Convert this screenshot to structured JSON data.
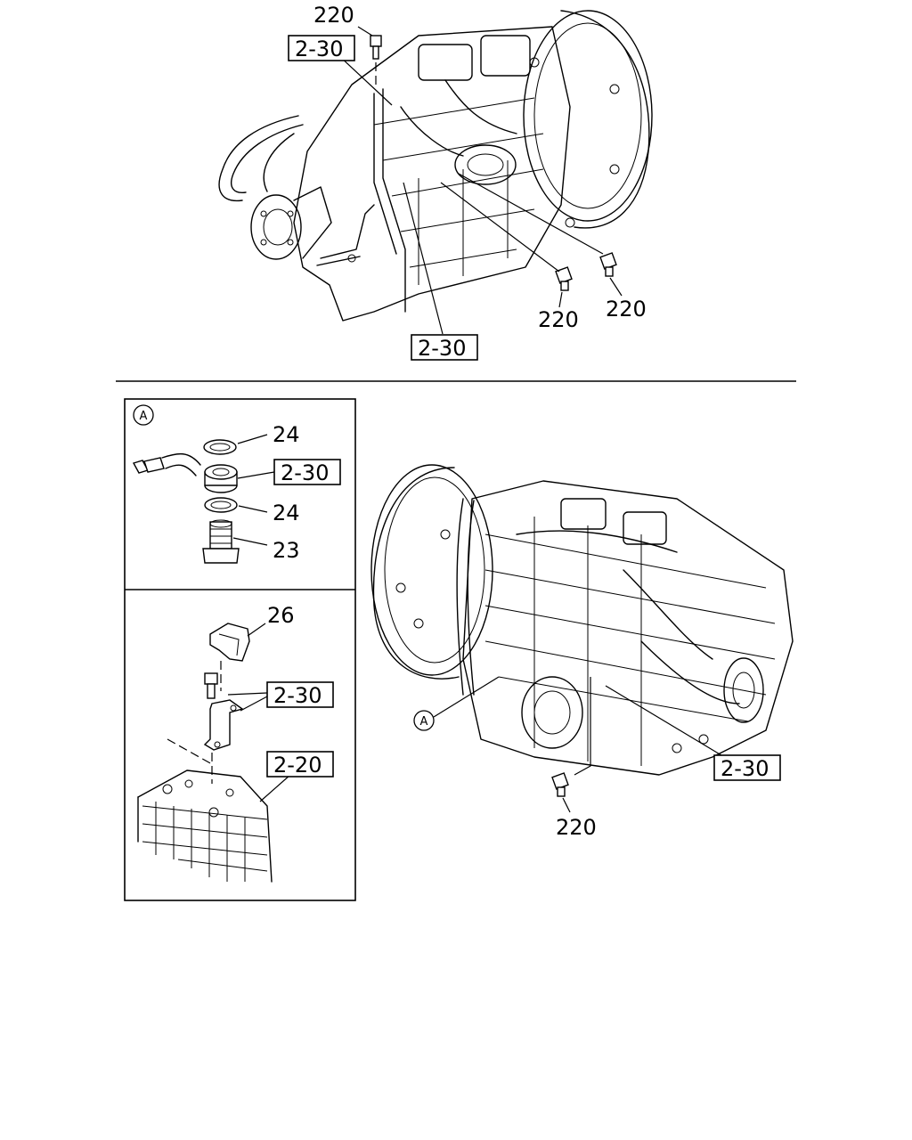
{
  "figure": {
    "top_view": {
      "callouts": [
        {
          "id": "top-bolt-220-a",
          "text": "220"
        },
        {
          "id": "top-ref-2-30-a",
          "text": "2-30"
        },
        {
          "id": "top-bolt-220-b",
          "text": "220"
        },
        {
          "id": "top-bolt-220-c",
          "text": "220"
        },
        {
          "id": "top-ref-2-30-b",
          "text": "2-30"
        }
      ]
    },
    "detail_a": {
      "marker": "A",
      "callouts": [
        {
          "id": "washer-24-a",
          "text": "24"
        },
        {
          "id": "ref-2-30-eyebolt",
          "text": "2-30"
        },
        {
          "id": "washer-24-b",
          "text": "24"
        },
        {
          "id": "bolt-23",
          "text": "23"
        }
      ]
    },
    "detail_bracket": {
      "callouts": [
        {
          "id": "clip-26",
          "text": "26"
        },
        {
          "id": "ref-2-30-bracket",
          "text": "2-30"
        },
        {
          "id": "ref-2-20-case",
          "text": "2-20"
        }
      ]
    },
    "bottom_view": {
      "marker": "A",
      "callouts": [
        {
          "id": "bottom-ref-2-30",
          "text": "2-30"
        },
        {
          "id": "bottom-bolt-220",
          "text": "220"
        }
      ]
    }
  }
}
